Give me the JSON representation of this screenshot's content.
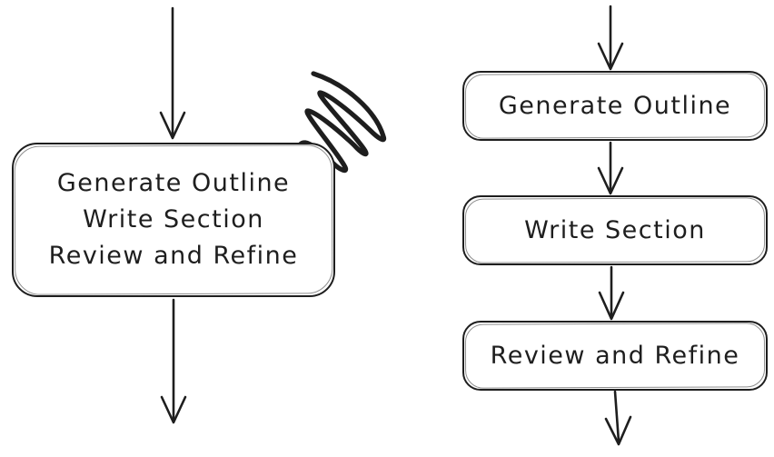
{
  "canvas": {
    "background": "#ffffff",
    "stroke_color": "#1e1e1e",
    "description": "Hand-drawn flowchart comparison: one combined step box on the left (crossed out with a scribble), a three-step sequential flow on the right"
  },
  "left_flow": {
    "box": {
      "lines": [
        "Generate Outline",
        "Write Section",
        "Review and Refine"
      ]
    },
    "annotation": "scribble-mark"
  },
  "right_flow": {
    "boxes": [
      {
        "label": "Generate Outline"
      },
      {
        "label": "Write Section"
      },
      {
        "label": "Review and Refine"
      }
    ]
  }
}
